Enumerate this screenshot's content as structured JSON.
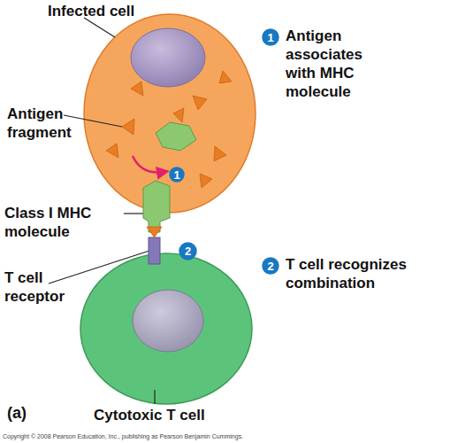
{
  "diagram": {
    "nodes": [
      {
        "text": [
          "Infected cell"
        ]
      },
      {
        "text": [
          "1"
        ],
        "in": 0
      },
      {
        "text": [
          "1"
        ]
      },
      {
        "text": [
          "2"
        ]
      },
      {
        "text": [
          "2"
        ]
      },
      {
        "text": [
          "Cytotoxic T cell"
        ]
      }
    ],
    "labels": [
      "Antigen fragment",
      "Class I MHC molecule",
      "T cell receptor",
      "Antigen associates with MHC molecule",
      "T cell recognizes combination",
      "(a)",
      "Copyright © 2008 Pearson Education, Inc., publishing as Pearson Benjamin Cummings."
    ]
  }
}
